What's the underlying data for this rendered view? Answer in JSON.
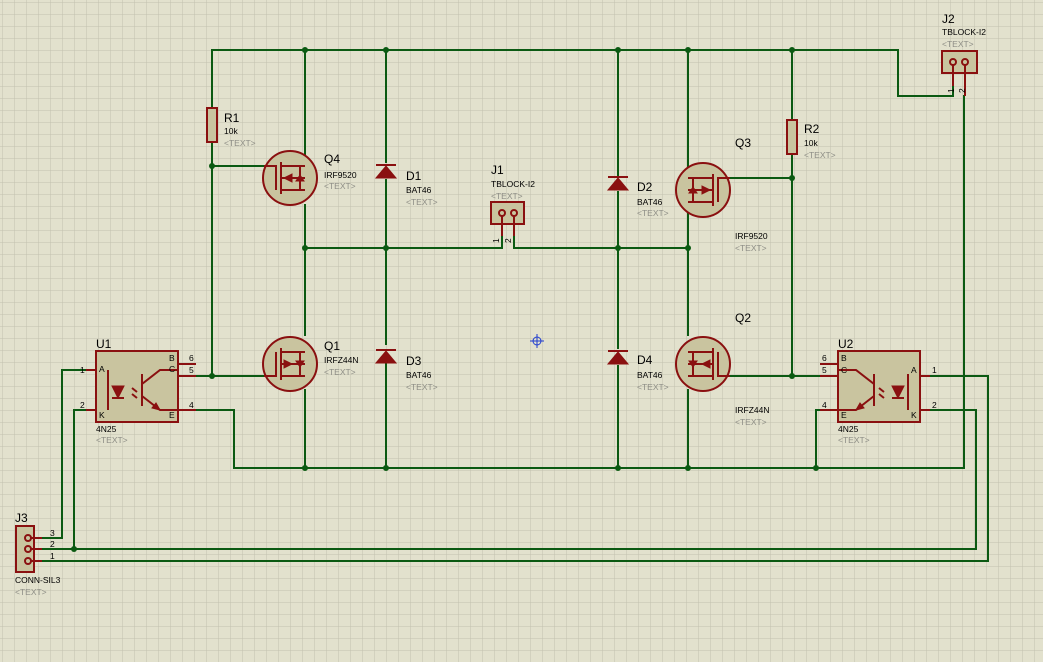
{
  "colors": {
    "sheet_background": "#e2e1cd",
    "grid": "#c2c1ae",
    "wire": "#0b5a12",
    "component": "#8a1010",
    "component_fill": "#c9c49f",
    "text_placeholder": "#8e8e86",
    "cursor": "#1f3ccf"
  },
  "text_placeholder": "<TEXT>",
  "components": {
    "U1": {
      "ref": "U1",
      "value": "4N25",
      "pins": {
        "p1": "1",
        "p2": "2",
        "p4": "4",
        "p5": "5",
        "p6": "6",
        "A": "A",
        "K": "K",
        "B": "B",
        "C": "C",
        "E": "E"
      }
    },
    "U2": {
      "ref": "U2",
      "value": "4N25",
      "pins": {
        "p1": "1",
        "p2": "2",
        "p4": "4",
        "p5": "5",
        "p6": "6",
        "A": "A",
        "K": "K",
        "B": "B",
        "C": "C",
        "E": "E"
      }
    },
    "R1": {
      "ref": "R1",
      "value": "10k"
    },
    "R2": {
      "ref": "R2",
      "value": "10k"
    },
    "Q1": {
      "ref": "Q1",
      "value": "IRFZ44N"
    },
    "Q2": {
      "ref": "Q2",
      "value": "IRFZ44N"
    },
    "Q3": {
      "ref": "Q3",
      "value": "IRF9520"
    },
    "Q4": {
      "ref": "Q4",
      "value": "IRF9520"
    },
    "D1": {
      "ref": "D1",
      "value": "BAT46"
    },
    "D2": {
      "ref": "D2",
      "value": "BAT46"
    },
    "D3": {
      "ref": "D3",
      "value": "BAT46"
    },
    "D4": {
      "ref": "D4",
      "value": "BAT46"
    },
    "J1": {
      "ref": "J1",
      "value": "TBLOCK-I2",
      "pins": {
        "p1": "1",
        "p2": "2"
      }
    },
    "J2": {
      "ref": "J2",
      "value": "TBLOCK-I2",
      "pins": {
        "p1": "1",
        "p2": "2"
      }
    },
    "J3": {
      "ref": "J3",
      "value": "CONN-SIL3",
      "pins": {
        "p1": "1",
        "p2": "2",
        "p3": "3"
      }
    }
  }
}
